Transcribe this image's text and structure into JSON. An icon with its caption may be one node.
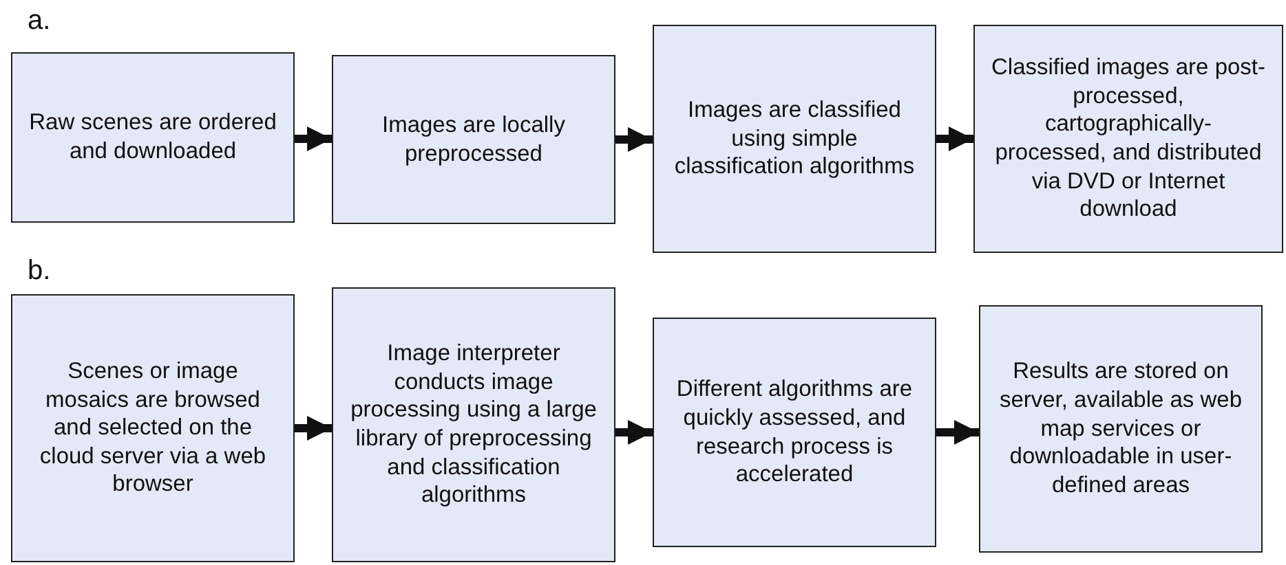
{
  "diagram": {
    "nodes": [
      {
        "text": [
          "Raw scenes are ordered and downloaded"
        ]
      },
      {
        "text": [
          "Images are locally preprocessed"
        ]
      },
      {
        "text": [
          "Images are classified using simple classification algorithms"
        ]
      },
      {
        "text": [
          "Classified images are post-processed, cartographically-processed, and distributed via DVD or Internet download"
        ]
      },
      {
        "text": [
          "Scenes or image mosaics are browsed and selected on the cloud server via a web browser"
        ]
      },
      {
        "text": [
          "Image interpreter conducts image processing using a large library of preprocessing and classification algorithms"
        ]
      },
      {
        "text": [
          "Different algorithms are quickly assessed, and research process is accelerated"
        ]
      },
      {
        "text": [
          "Results are stored on server, available as web map services or downloadable in user-defined areas"
        ]
      }
    ],
    "edges": [
      {
        "from": 0,
        "to": 1,
        "arrow": "to"
      },
      {
        "from": 1,
        "to": 2,
        "arrow": "to"
      },
      {
        "from": 2,
        "to": 3,
        "arrow": "to"
      },
      {
        "from": 4,
        "to": 5,
        "arrow": "to"
      },
      {
        "from": 5,
        "to": 6,
        "arrow": "to"
      },
      {
        "from": 6,
        "to": 7,
        "arrow": "to"
      }
    ],
    "labels": [
      "a.",
      "b."
    ]
  }
}
